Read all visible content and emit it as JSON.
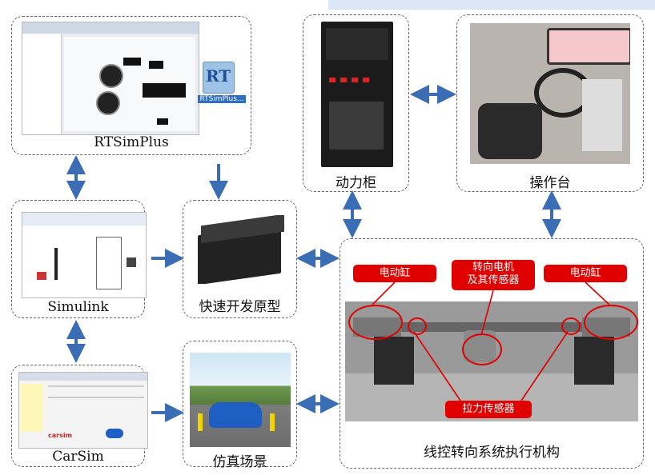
{
  "boxes": {
    "rtsimplus": "RTSimPlus",
    "power_cabinet": "动力柜",
    "console": "操作台",
    "simulink": "Simulink",
    "rapid_prototype": "快速开发原型",
    "carsim": "CarSim",
    "sim_scene": "仿真场景",
    "steer_by_wire": "线控转向系统执行机构"
  },
  "rt_icon_caption": "RTSimPlus...",
  "rt_icon_letters": "RT",
  "tags": {
    "cylinder_left": "电动缸",
    "cylinder_right": "电动缸",
    "motor_line1": "转向电机",
    "motor_line2": "及其传感器",
    "tension_sensor": "拉力传感器"
  },
  "carsim_brand": "carsim",
  "colors": {
    "arrow": "#3a6db3",
    "tag": "#e10000"
  }
}
